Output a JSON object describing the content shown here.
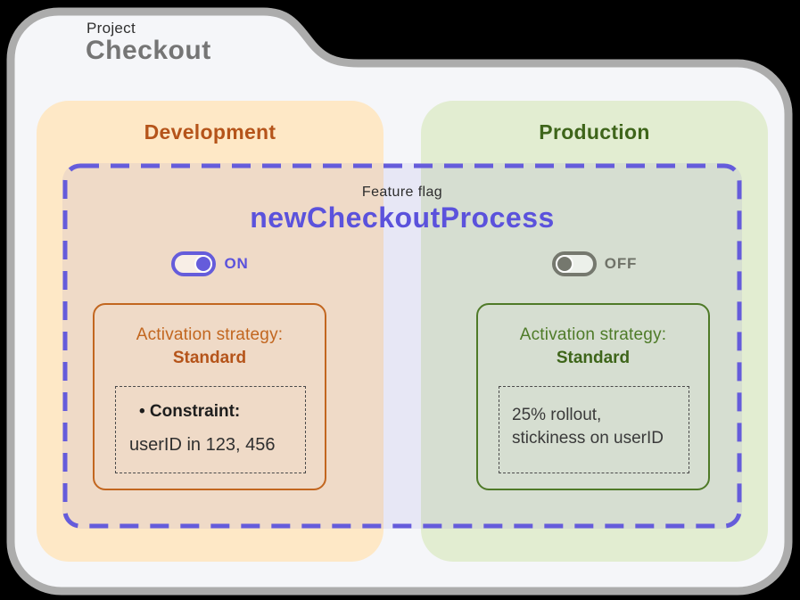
{
  "project": {
    "eyebrow": "Project",
    "title": "Checkout"
  },
  "feature_flag": {
    "eyebrow": "Feature flag",
    "name": "newCheckoutProcess"
  },
  "environments": {
    "development": {
      "title": "Development",
      "toggle_state": "ON",
      "strategy": {
        "heading": "Activation strategy:",
        "type": "Standard",
        "constraint_label": "• Constraint:",
        "constraint_value": "userID in 123, 456"
      }
    },
    "production": {
      "title": "Production",
      "toggle_state": "OFF",
      "strategy": {
        "heading": "Activation strategy:",
        "type": "Standard",
        "detail_line1": "25% rollout,",
        "detail_line2": "stickiness on userID"
      }
    }
  },
  "colors": {
    "accent_purple": "#655CDB",
    "flag_title_purple": "#5B52DC",
    "dev_bg": "#FEE8C6",
    "dev_text": "#B5541A",
    "dev_border": "#C2661F",
    "prod_bg": "#E2EDD1",
    "prod_text": "#3E651A",
    "prod_border": "#4F7A28",
    "toggle_off_gray": "#75786E",
    "folder_border": "#ACACAC",
    "folder_bg": "#F5F6F9"
  }
}
